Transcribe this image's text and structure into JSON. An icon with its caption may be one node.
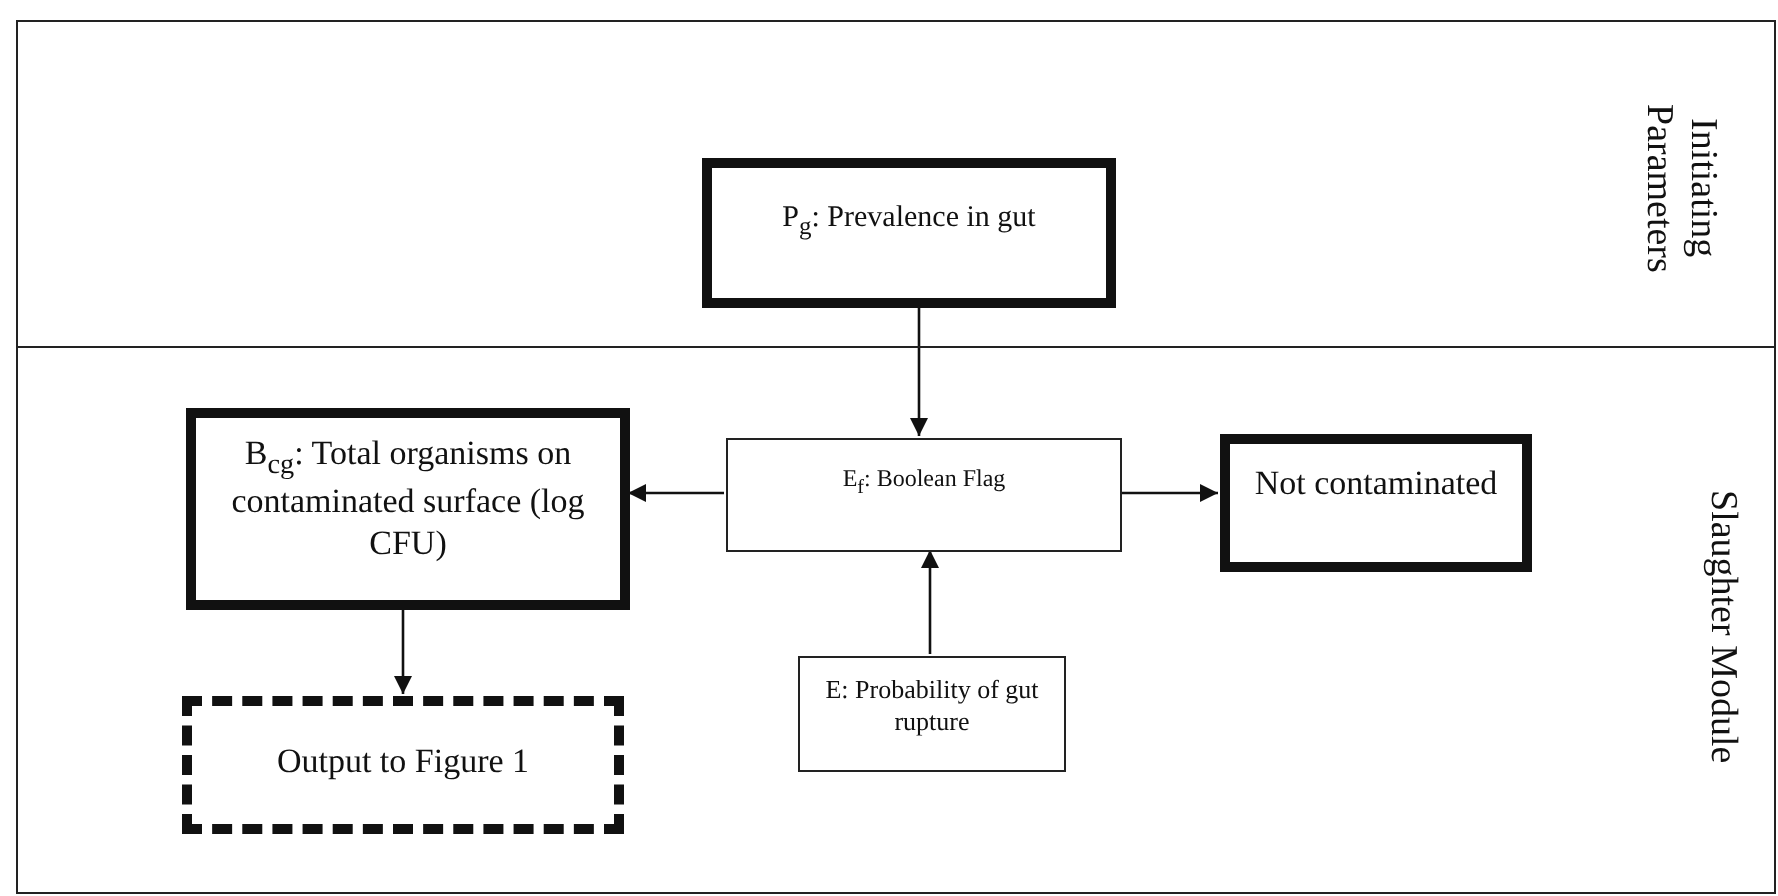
{
  "diagram": {
    "nodes": [
      {
        "text": [
          "Initiating Parameters"
        ]
      },
      {
        "text": [
          "P$_{g}$: Prevalence in gut"
        ],
        "in": 0
      },
      {
        "text": [
          "Slaughter Module"
        ]
      },
      {
        "text": [
          "B$_{cg}$: Total organisms on contaminated surface (log CFU)"
        ],
        "in": 2
      },
      {
        "text": [
          "E$_{f}$: Boolean Flag"
        ],
        "in": 2
      },
      {
        "text": [
          "Not contaminated"
        ],
        "in": 2
      },
      {
        "text": [
          "Output to Figure 1"
        ],
        "in": 2
      },
      {
        "text": [
          "E: Probability of gut rupture"
        ],
        "in": 2
      }
    ],
    "edges": [
      {
        "from": 1,
        "to": 4,
        "arrow": "to"
      },
      {
        "from": 4,
        "to": 3,
        "arrow": "to"
      },
      {
        "from": 4,
        "to": 5,
        "arrow": "to"
      },
      {
        "from": 3,
        "to": 6,
        "arrow": "to"
      },
      {
        "from": 7,
        "to": 4,
        "arrow": "to"
      }
    ]
  }
}
